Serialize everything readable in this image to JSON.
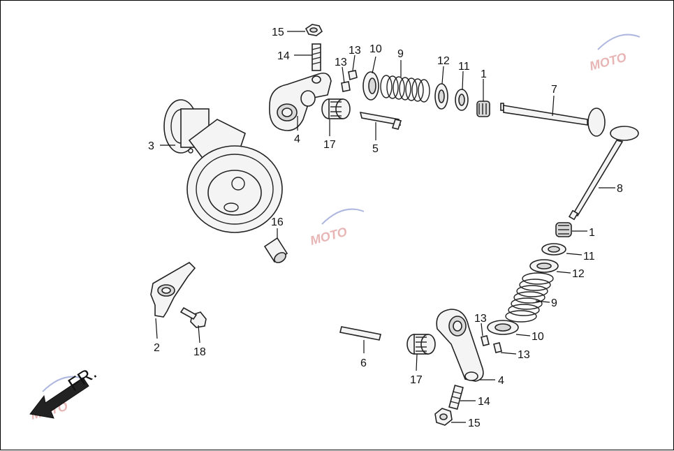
{
  "callouts": [
    {
      "id": "c15a",
      "label": "15"
    },
    {
      "id": "c14a",
      "label": "14"
    },
    {
      "id": "c13a",
      "label": "13"
    },
    {
      "id": "c13b",
      "label": "13"
    },
    {
      "id": "c10a",
      "label": "10"
    },
    {
      "id": "c9a",
      "label": "9"
    },
    {
      "id": "c12a",
      "label": "12"
    },
    {
      "id": "c11a",
      "label": "11"
    },
    {
      "id": "c1a",
      "label": "1"
    },
    {
      "id": "c7",
      "label": "7"
    },
    {
      "id": "c3",
      "label": "3"
    },
    {
      "id": "c4a",
      "label": "4"
    },
    {
      "id": "c17a",
      "label": "17"
    },
    {
      "id": "c5",
      "label": "5"
    },
    {
      "id": "c8",
      "label": "8"
    },
    {
      "id": "c16",
      "label": "16"
    },
    {
      "id": "c1b",
      "label": "1"
    },
    {
      "id": "c11b",
      "label": "11"
    },
    {
      "id": "c12b",
      "label": "12"
    },
    {
      "id": "c9b",
      "label": "9"
    },
    {
      "id": "c13c",
      "label": "13"
    },
    {
      "id": "c10b",
      "label": "10"
    },
    {
      "id": "c13d",
      "label": "13"
    },
    {
      "id": "c2",
      "label": "2"
    },
    {
      "id": "c18",
      "label": "18"
    },
    {
      "id": "c6",
      "label": "6"
    },
    {
      "id": "c17b",
      "label": "17"
    },
    {
      "id": "c4b",
      "label": "4"
    },
    {
      "id": "c14b",
      "label": "14"
    },
    {
      "id": "c15b",
      "label": "15"
    }
  ],
  "direction_label": "FR.",
  "watermark": {
    "text": "MOTO",
    "color": "#e3a3a3"
  },
  "colors": {
    "line": "#111111",
    "background": "#ffffff"
  }
}
